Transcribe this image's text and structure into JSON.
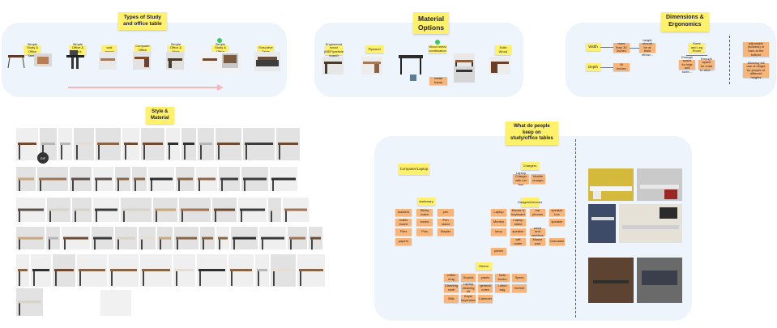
{
  "sections": {
    "types": {
      "title": "Types of Study\nand office table"
    },
    "material": {
      "title": "Material\nOptions"
    },
    "dimensions": {
      "title": "Dimensions &\nErgonomics"
    },
    "style": {
      "title": "Style &\nMaterial"
    },
    "keep": {
      "title": "What do people\nkeep on\nstudy/office tables"
    }
  },
  "types_notes": [
    "Simple Study & Office Tables",
    "Simple Office & Work Tables",
    "wall mount",
    "Computer Office Table",
    "Simple Office & Work Tables",
    "Simple Study & Office Tables",
    "Executive Table"
  ],
  "material_notes": [
    "Engineered wood (MDF/particle board)",
    "Plywood",
    "metal frame",
    "Wood metal combination",
    "Solid Wood"
  ],
  "dimensions_notes": {
    "width": "Width",
    "depth": "Depth",
    "width_value": "more than 30 inches",
    "depth_value": "30 inches",
    "width_detail": "height should be at least elbow...",
    "knee": "Knee and Leg Room",
    "knee_a": "Enough space for legs and knee...",
    "knee_b": "Enough space for chair to slide...",
    "side_a": "adjustable (footrest) or bars at the bottom",
    "side_b": "Allowing full use of height for people of different heights"
  },
  "keep_notes": {
    "computer": "Computer/Laptop",
    "chargers": "Chargers",
    "chargers_items": [
      "Laptop Charger with ext box",
      "Mobile charger"
    ],
    "stationary": "stationary",
    "stationary_items": [
      "markers",
      "Sticky notes",
      "pen",
      "bullet board",
      "books",
      "Pen stand",
      "Files",
      "Pins",
      "Stapler",
      "papers"
    ],
    "gadgets": "Gadgets/Devices",
    "gadgets_items": [
      "Laptop",
      "Mouse & keyboard",
      "ear phones",
      "speaker box",
      "Monitor",
      "Laptop stand",
      "",
      "speaker",
      "lamp",
      "speaker",
      "wired and wireless",
      "",
      "",
      "wifi router",
      "Mouse pad",
      "Calculator",
      "printer"
    ],
    "others": "Others",
    "others_items": [
      "coffee mug",
      "Snacks",
      "plants",
      "Note books",
      "Specs",
      "Cleaning cloth",
      "Laptop cleaning kit",
      "general notes",
      "Lotion bag",
      "Helmet",
      "Bills",
      "Keys/ keychains",
      "Calender"
    ]
  },
  "colors": {
    "panel": "#eef4fc",
    "sticky_yellow": "#fff16b",
    "sticky_orange": "#f8b57a",
    "progress_arrow": "#f4b8b8",
    "dot": "#3cc85a"
  }
}
